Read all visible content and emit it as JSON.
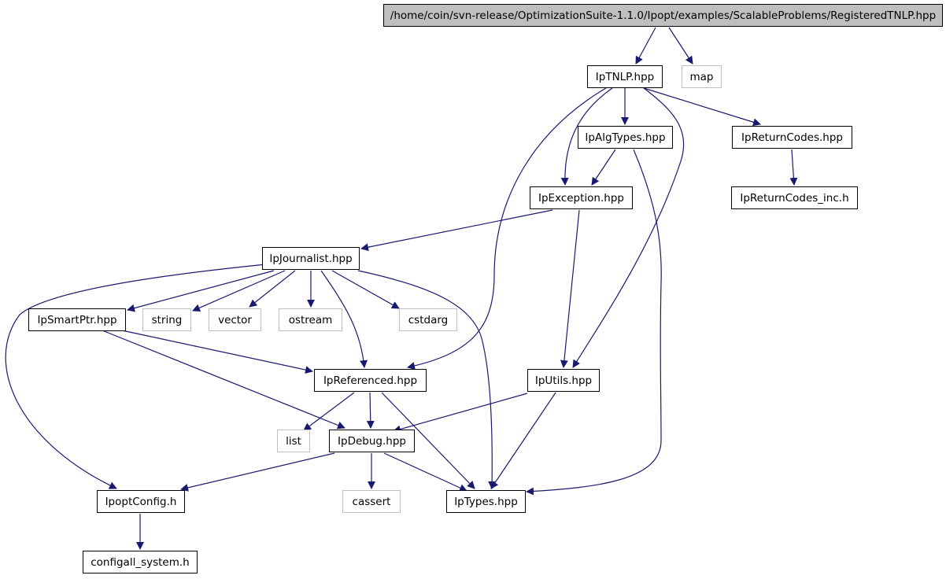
{
  "colors": {
    "edge": "#191970",
    "node_border": "#000000",
    "external_border": "#c0c0c0",
    "root_fill": "#bfbfbf",
    "node_fill": "#ffffff",
    "text": "#000000"
  },
  "nodes": [
    {
      "id": "root",
      "label": "/home/coin/svn-release/OptimizationSuite-1.1.0/Ipopt/examples/ScalableProblems/RegisteredTNLP.hpp",
      "kind": "root"
    },
    {
      "id": "iptnlp",
      "label": "IpTNLP.hpp",
      "kind": "header"
    },
    {
      "id": "map",
      "label": "map",
      "kind": "external"
    },
    {
      "id": "ipalgtypes",
      "label": "IpAlgTypes.hpp",
      "kind": "header"
    },
    {
      "id": "ipreturncodes",
      "label": "IpReturnCodes.hpp",
      "kind": "header"
    },
    {
      "id": "ipexception",
      "label": "IpException.hpp",
      "kind": "header"
    },
    {
      "id": "ipreturncodes_inc",
      "label": "IpReturnCodes_inc.h",
      "kind": "header"
    },
    {
      "id": "ipjournalist",
      "label": "IpJournalist.hpp",
      "kind": "header"
    },
    {
      "id": "ipsmartptr",
      "label": "IpSmartPtr.hpp",
      "kind": "header"
    },
    {
      "id": "string",
      "label": "string",
      "kind": "external"
    },
    {
      "id": "vector",
      "label": "vector",
      "kind": "external"
    },
    {
      "id": "ostream",
      "label": "ostream",
      "kind": "external"
    },
    {
      "id": "cstdarg",
      "label": "cstdarg",
      "kind": "external"
    },
    {
      "id": "ipreferenced",
      "label": "IpReferenced.hpp",
      "kind": "header"
    },
    {
      "id": "iputils",
      "label": "IpUtils.hpp",
      "kind": "header"
    },
    {
      "id": "list",
      "label": "list",
      "kind": "external"
    },
    {
      "id": "ipdebug",
      "label": "IpDebug.hpp",
      "kind": "header"
    },
    {
      "id": "ipoptconfig",
      "label": "IpoptConfig.h",
      "kind": "header"
    },
    {
      "id": "cassert",
      "label": "cassert",
      "kind": "external"
    },
    {
      "id": "iptypes",
      "label": "IpTypes.hpp",
      "kind": "header"
    },
    {
      "id": "configall",
      "label": "configall_system.h",
      "kind": "header"
    }
  ],
  "edges": [
    {
      "from": "root",
      "to": "iptnlp"
    },
    {
      "from": "root",
      "to": "map"
    },
    {
      "from": "iptnlp",
      "to": "ipalgtypes"
    },
    {
      "from": "iptnlp",
      "to": "ipreturncodes"
    },
    {
      "from": "iptnlp",
      "to": "ipexception"
    },
    {
      "from": "iptnlp",
      "to": "ipreferenced"
    },
    {
      "from": "iptnlp",
      "to": "iputils"
    },
    {
      "from": "ipalgtypes",
      "to": "ipexception"
    },
    {
      "from": "ipalgtypes",
      "to": "iptypes"
    },
    {
      "from": "ipreturncodes",
      "to": "ipreturncodes_inc"
    },
    {
      "from": "ipexception",
      "to": "ipjournalist"
    },
    {
      "from": "ipexception",
      "to": "iputils"
    },
    {
      "from": "ipjournalist",
      "to": "ipsmartptr"
    },
    {
      "from": "ipjournalist",
      "to": "string"
    },
    {
      "from": "ipjournalist",
      "to": "vector"
    },
    {
      "from": "ipjournalist",
      "to": "ostream"
    },
    {
      "from": "ipjournalist",
      "to": "cstdarg"
    },
    {
      "from": "ipjournalist",
      "to": "ipreferenced"
    },
    {
      "from": "ipjournalist",
      "to": "iptypes"
    },
    {
      "from": "ipjournalist",
      "to": "ipoptconfig"
    },
    {
      "from": "ipsmartptr",
      "to": "ipreferenced"
    },
    {
      "from": "ipsmartptr",
      "to": "ipdebug"
    },
    {
      "from": "ipreferenced",
      "to": "list"
    },
    {
      "from": "ipreferenced",
      "to": "ipdebug"
    },
    {
      "from": "ipreferenced",
      "to": "iptypes"
    },
    {
      "from": "iputils",
      "to": "ipdebug"
    },
    {
      "from": "iputils",
      "to": "iptypes"
    },
    {
      "from": "ipdebug",
      "to": "ipoptconfig"
    },
    {
      "from": "ipdebug",
      "to": "cassert"
    },
    {
      "from": "ipdebug",
      "to": "iptypes"
    },
    {
      "from": "ipoptconfig",
      "to": "configall"
    }
  ]
}
